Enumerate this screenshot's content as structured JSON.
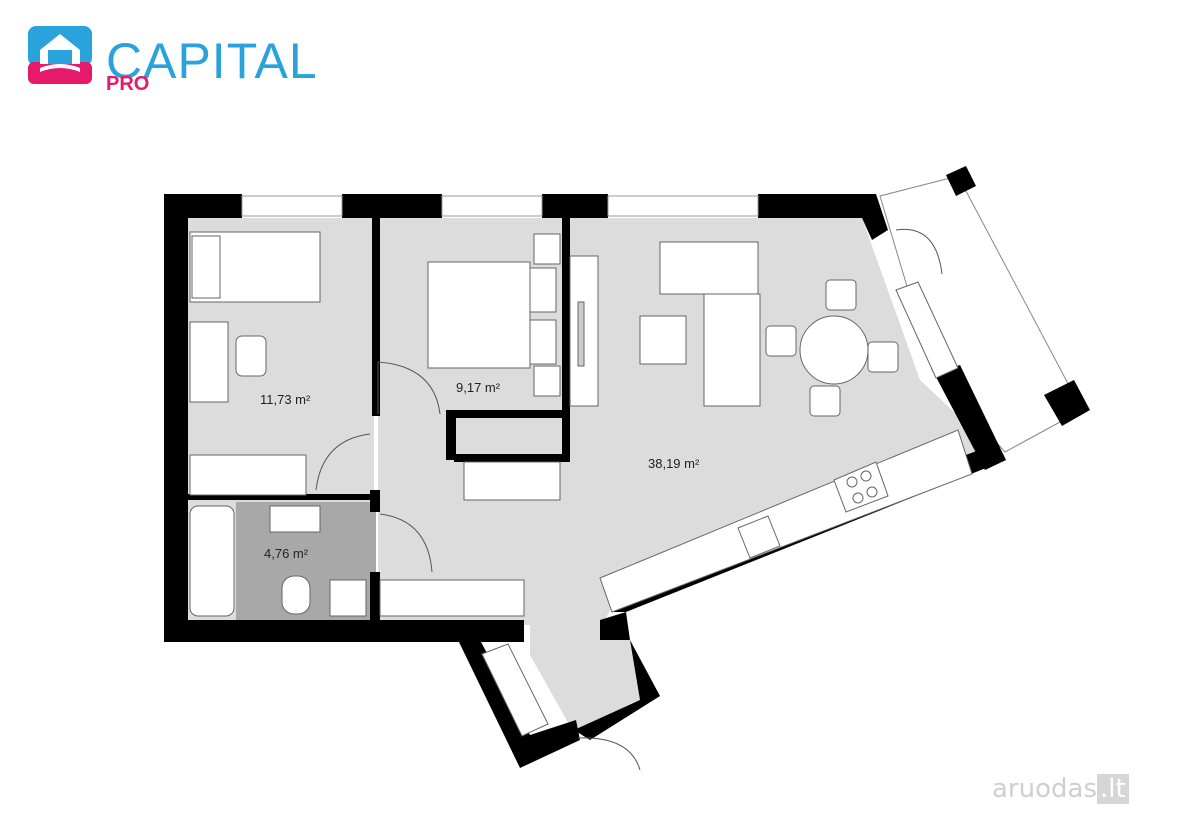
{
  "brand": {
    "name": "CAPITAL",
    "sub": "PRO",
    "primary_color": "#2aa3dc",
    "accent_color": "#e6196b"
  },
  "rooms": [
    {
      "id": "bedroom-1",
      "area": "11,73 m²"
    },
    {
      "id": "bedroom-2",
      "area": "9,17 m²"
    },
    {
      "id": "living-kitchen",
      "area": "38,19 m²"
    },
    {
      "id": "bathroom",
      "area": "4,76 m²"
    }
  ],
  "watermark": {
    "text": "aruodas",
    "suffix": ".lt"
  },
  "colors": {
    "wall": "#000000",
    "floor": "#dcdcdc",
    "bath_tile": "#a9a9a9",
    "furniture": "#ffffff"
  }
}
